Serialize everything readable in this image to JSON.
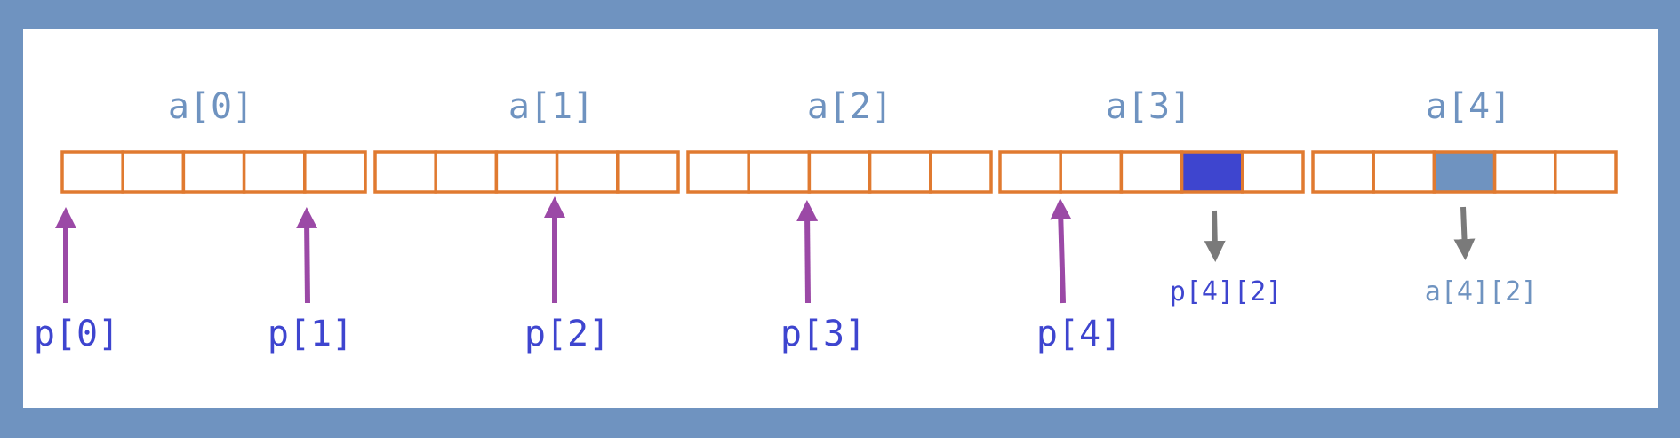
{
  "colors": {
    "background_border": "#6f93c0",
    "cell_outline": "#e07a30",
    "pointer_arrow": "#9b49a6",
    "element_arrow": "#7a7a7a",
    "pointer_text": "#3e45cf",
    "array_text": "#6f93c0",
    "highlight_p42": "#3e45cf",
    "highlight_a42": "#6f93c0"
  },
  "arrays": [
    {
      "label": "a[0]"
    },
    {
      "label": "a[1]"
    },
    {
      "label": "a[2]"
    },
    {
      "label": "a[3]"
    },
    {
      "label": "a[4]"
    }
  ],
  "cells_per_row": 5,
  "highlights": [
    {
      "row": 3,
      "col": 3,
      "color": "#3e45cf",
      "label": "p[4][2]",
      "label_style": "blue"
    },
    {
      "row": 4,
      "col": 2,
      "color": "#6f93c0",
      "label": "a[4][2]",
      "label_style": "gray"
    }
  ],
  "pointers": [
    {
      "label": "p[0]"
    },
    {
      "label": "p[1]"
    },
    {
      "label": "p[2]"
    },
    {
      "label": "p[3]"
    },
    {
      "label": "p[4]"
    }
  ]
}
